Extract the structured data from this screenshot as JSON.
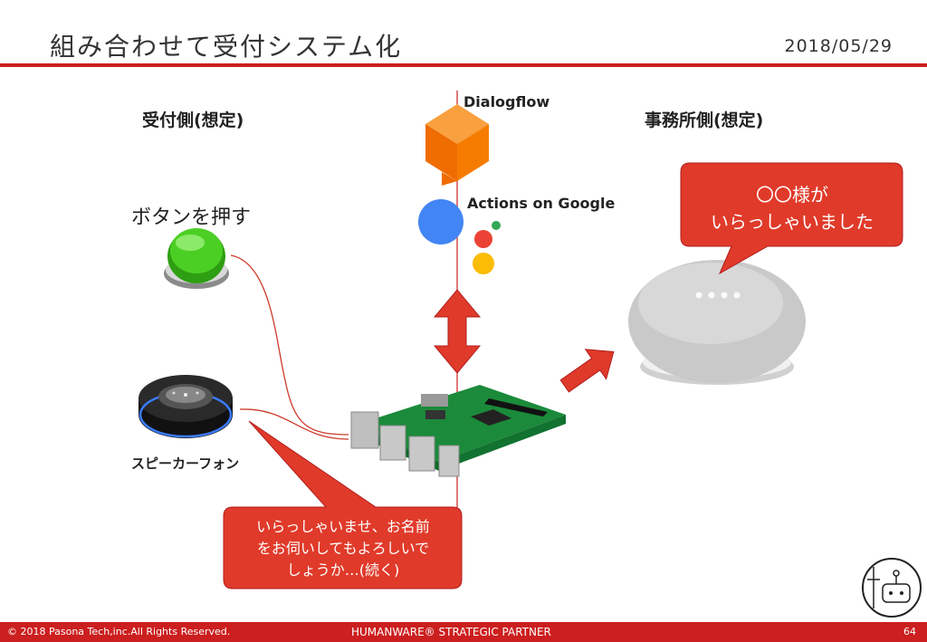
{
  "slide": {
    "title": "組み合わせて受付システム化",
    "date": "2018/05/29"
  },
  "labels": {
    "reception_side": "受付側(想定)",
    "office_side": "事務所側(想定)",
    "dialogflow": "Dialogflow",
    "actions_on_google": "Actions on Google",
    "press_button": "ボタンを押す",
    "speakerphone": "スピーカーフォン"
  },
  "bubbles": {
    "office": "〇〇様が\nいらっしゃいました",
    "reception": "いらっしゃいませ、お名前\nをお伺いしてもよろしいで\nしょうか…(続く)"
  },
  "footer": {
    "copyright": "© 2018 Pasona Tech,inc.All Rights Reserved.",
    "partner": "HUMANWARE® STRATEGIC PARTNER",
    "page": "64"
  },
  "colors": {
    "accent": "#cc1f1f",
    "bubble": "#e03a2a",
    "dialogflow_orange": "#f5821f",
    "google_blue": "#4285f4",
    "google_red": "#ea4335",
    "google_yellow": "#fbbc05",
    "google_green": "#34a853"
  },
  "icons": [
    "push-button-icon",
    "speakerphone-icon",
    "dialogflow-icon",
    "google-assistant-icon",
    "raspberry-pi-icon",
    "google-home-mini-icon",
    "double-arrow-icon",
    "arrow-icon",
    "robot-logo-icon"
  ]
}
